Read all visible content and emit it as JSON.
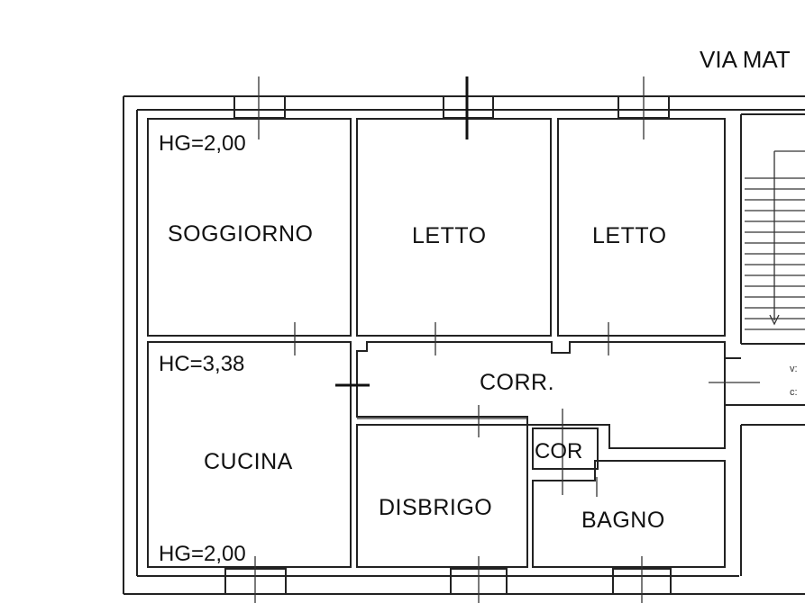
{
  "street": {
    "label": "VIA MAT"
  },
  "rooms": {
    "soggiorno": "SOGGIORNO",
    "letto_1": "LETTO",
    "letto_2": "LETTO",
    "corridor": "CORR.",
    "cucina": "CUCINA",
    "disbrigo": "DISBRIGO",
    "cor": "COR",
    "bagno": "BAGNO"
  },
  "heights": {
    "soggiorno": "HG=2,00",
    "cucina_top": "HC=3,38",
    "cucina_bottom": "HG=2,00"
  },
  "stair_notes": {
    "note_1": "v:",
    "note_2": "c:"
  }
}
